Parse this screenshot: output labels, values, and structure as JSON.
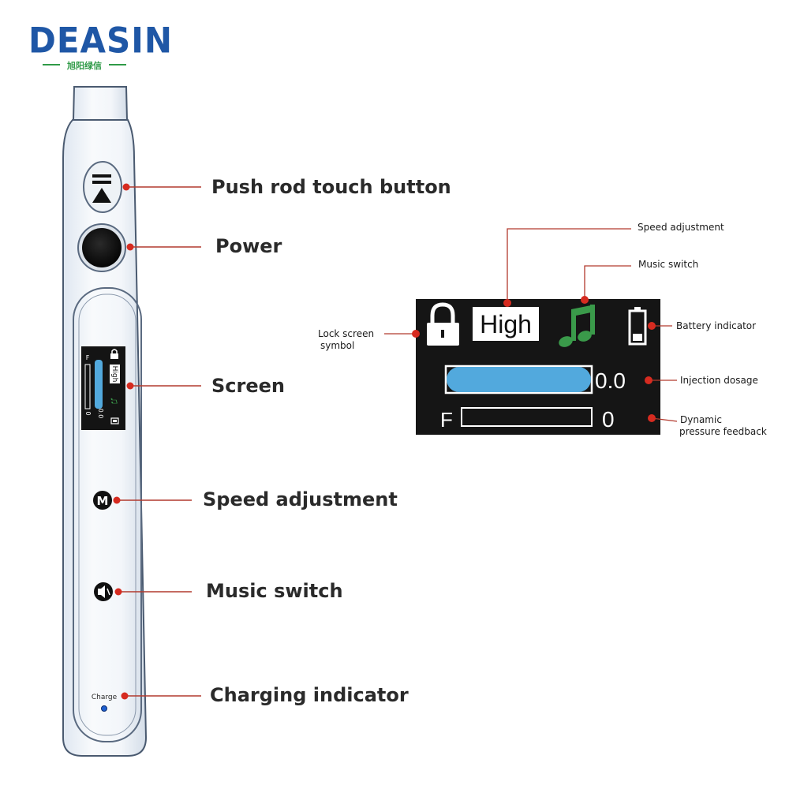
{
  "brand": {
    "name": "DEASIN",
    "subtitle": "旭阳绿信",
    "color": "#1f57a6",
    "sub_color": "#2f9a47"
  },
  "pen": {
    "charge_text": "Charge",
    "screen_mini": {
      "speed": "High",
      "dosage": "0.0",
      "pressure": "0",
      "f": "F"
    },
    "button_icons": [
      "push-rod-icon",
      "power-button",
      "m-icon",
      "speaker-mute-icon",
      "charge-led"
    ]
  },
  "pen_labels": {
    "push_rod": "Push rod touch button",
    "power": "Power",
    "screen": "Screen",
    "speed": "Speed adjustment",
    "music": "Music switch",
    "charging": "Charging indicator"
  },
  "screen_panel": {
    "speed_value": "High",
    "dosage_value": "0.0",
    "pressure_value": "0",
    "f_label": "F",
    "dosage_fill": 1.0,
    "pressure_fill": 0.0,
    "colors": {
      "background": "#151515",
      "dosage_bar": "#52a9dd",
      "music_note": "#3a9a4a"
    }
  },
  "screen_labels": {
    "speed": "Speed adjustment",
    "music": "Music switch",
    "lock_line1": "Lock screen",
    "lock_line2": "symbol",
    "battery": "Battery indicator",
    "dosage": "Injection dosage",
    "pressure_line1": "Dynamic",
    "pressure_line2": "pressure feedback"
  },
  "accent": {
    "leader": "#c0392b",
    "dot": "#d62b20"
  }
}
